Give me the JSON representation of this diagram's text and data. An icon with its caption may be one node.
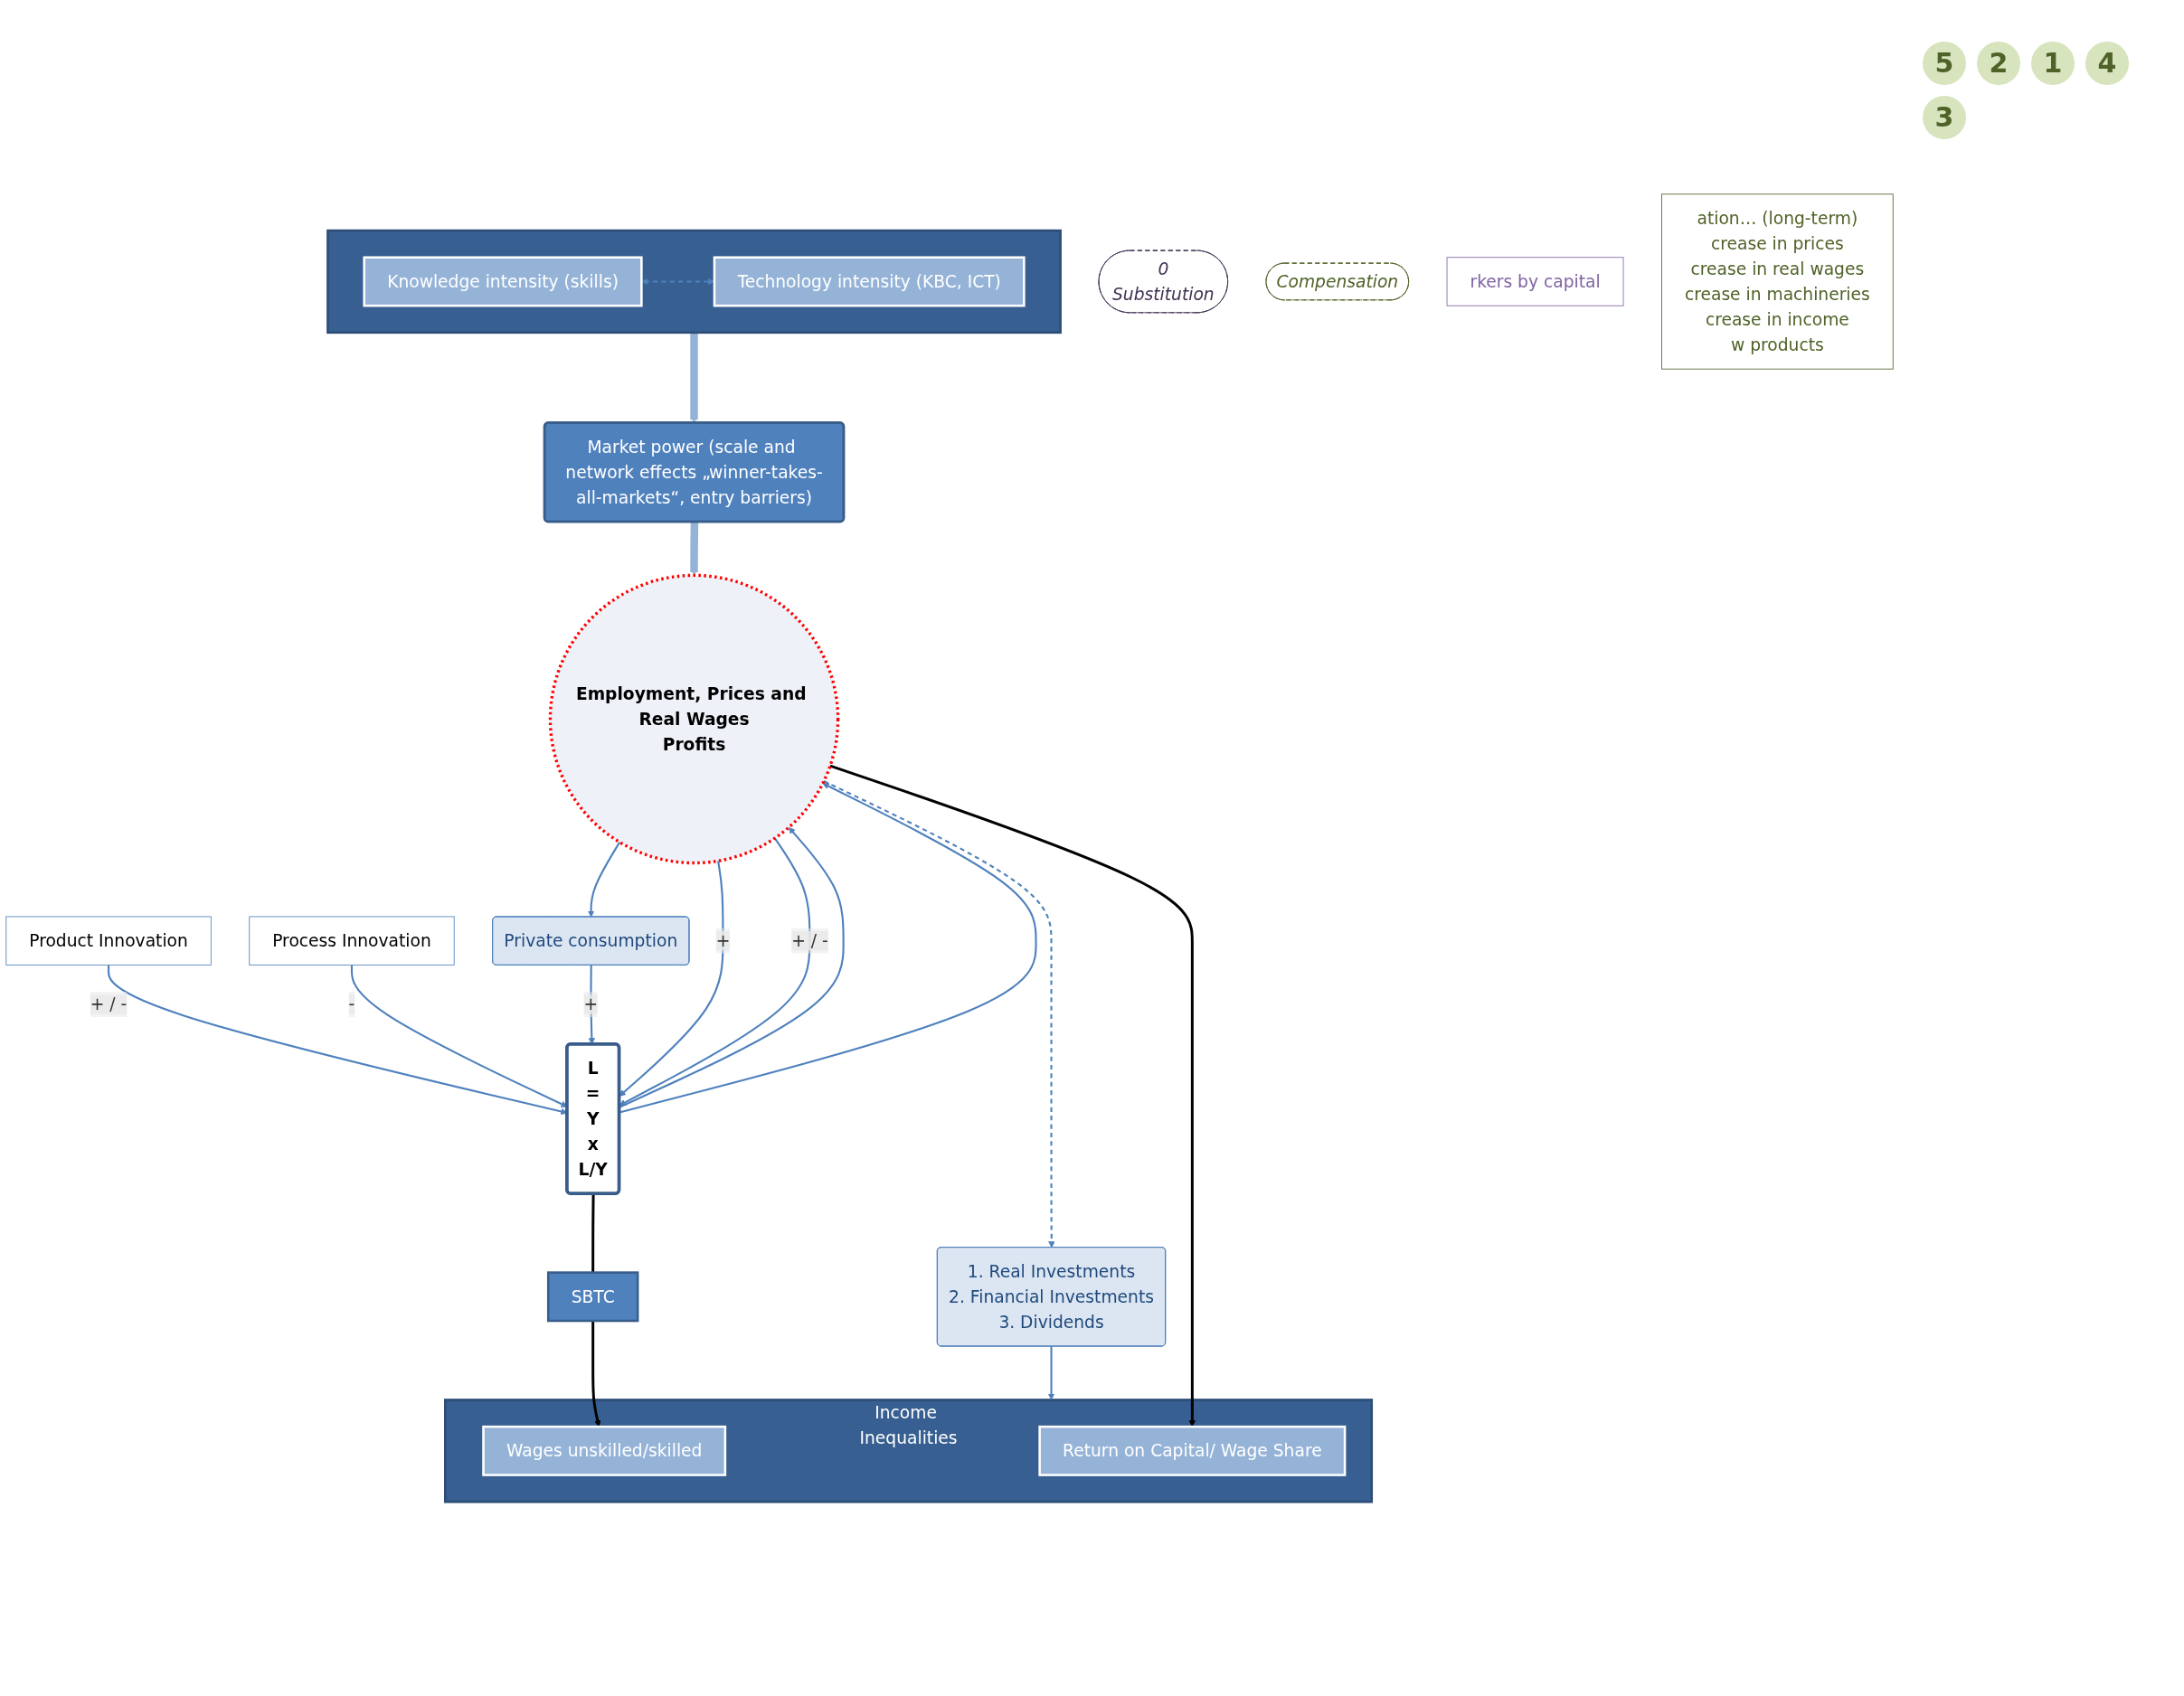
{
  "diagram": {
    "nodes": [
      {
        "text": [],
        "shape": "box"
      },
      {
        "text": [
          "Knowledge intensity (skills)"
        ],
        "in": 0
      },
      {
        "text": [
          "Technology intensity (KBC, ICT)"
        ],
        "in": 0
      },
      {
        "text": [
          "Product Innovation"
        ]
      },
      {
        "text": [
          "Process Innovation"
        ]
      },
      {
        "text": [
          "0",
          "Substitution"
        ]
      },
      {
        "text": [
          "Market power (scale and network effects „winner-takes-all-markets“, entry barriers)"
        ]
      },
      {
        "text": [
          "L",
          "=",
          "Y",
          "x",
          "L/Y"
        ]
      },
      {
        "text": [
          "Compensation"
        ]
      },
      {
        "text": [
          "SBTC"
        ]
      },
      {
        "text": [
          "Employment, Prices and Real Wages",
          "Profits"
        ]
      },
      {
        "text": [
          "Private consumption"
        ]
      },
      {
        "text": [
          "1. Real Investments",
          "2. Financial Investments",
          "3. Dividends"
        ]
      },
      {
        "text": [
          "Income Inequalities"
        ]
      },
      {
        "text": [
          "Wages unskilled/skilled"
        ],
        "in": 13
      },
      {
        "text": [
          "Return on Capital/ Wage Share"
        ],
        "in": 13
      },
      {
        "text": [
          "rkers by capital"
        ]
      },
      {
        "text": [
          "ation… (long-term)",
          "crease in prices",
          "crease in real wages",
          "crease in machineries",
          "crease in income",
          "w products"
        ]
      }
    ],
    "edges": [
      {
        "from": 1,
        "to": 2,
        "arrow": "both",
        "style": "dashed"
      },
      {
        "from": 0,
        "to": 6,
        "arrow": "to",
        "style": "thick",
        "color": "#95b3d7"
      },
      {
        "from": 6,
        "to": 10,
        "arrow": "to",
        "style": "thick",
        "color": "#95b3d7"
      },
      {
        "from": 3,
        "to": 7,
        "arrow": "to",
        "label": "+ / -"
      },
      {
        "from": 4,
        "to": 7,
        "arrow": "to",
        "label": "-"
      },
      {
        "from": 7,
        "to": 10,
        "arrow": "to"
      },
      {
        "from": 7,
        "to": 10,
        "arrow": "to"
      },
      {
        "from": 11,
        "to": 7,
        "arrow": "to",
        "label": "+"
      },
      {
        "from": 10,
        "to": 7,
        "arrow": "to",
        "label": "+"
      },
      {
        "from": 10,
        "to": 7,
        "arrow": "to",
        "label": "+ / -"
      },
      {
        "from": 10,
        "to": 11,
        "arrow": "to"
      },
      {
        "from": 10,
        "to": 12,
        "arrow": "to",
        "style": "dashed"
      },
      {
        "from": 12,
        "to": 13,
        "arrow": "to"
      },
      {
        "from": 10,
        "to": 15,
        "arrow": "to",
        "color": "#000000"
      },
      {
        "from": 7,
        "to": 9,
        "arrow": "none",
        "color": "#000000"
      },
      {
        "from": 9,
        "to": 14,
        "arrow": "to",
        "color": "#000000"
      }
    ],
    "labels": [
      "5",
      "2",
      "1",
      "4",
      "3"
    ]
  }
}
